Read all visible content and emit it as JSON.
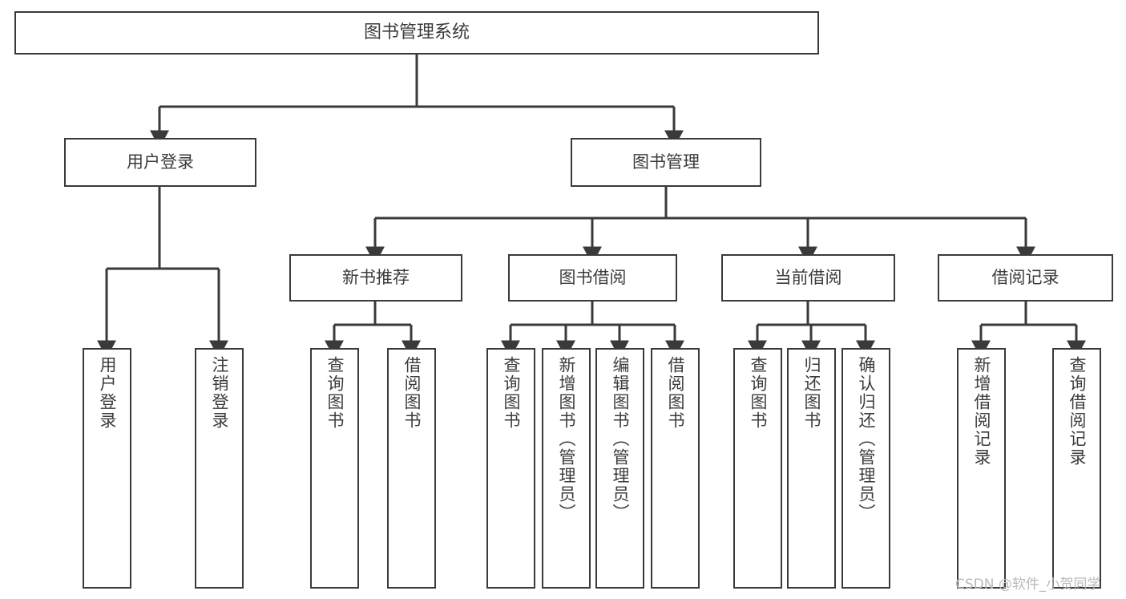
{
  "diagram": {
    "title": "图书管理系统",
    "type": "tree",
    "line_color": "#3a3a3a",
    "box_fill": "#ffffff",
    "text_color": "#3c3c3c",
    "watermark": "CSDN @软件_小贺同学",
    "nodes": {
      "root": {
        "label": "图书管理系统"
      },
      "level2": [
        {
          "id": "user-login",
          "label": "用户登录"
        },
        {
          "id": "book-manage",
          "label": "图书管理"
        }
      ],
      "level3": [
        {
          "id": "new-book-recommend",
          "label": "新书推荐"
        },
        {
          "id": "book-borrow",
          "label": "图书借阅"
        },
        {
          "id": "current-borrow",
          "label": "当前借阅"
        },
        {
          "id": "borrow-record",
          "label": "借阅记录"
        }
      ],
      "leaves": [
        {
          "id": "leaf-user-login",
          "label": "用户登录",
          "parent": "user-login"
        },
        {
          "id": "leaf-logout-login",
          "label": "注销登录",
          "parent": "user-login"
        },
        {
          "id": "leaf-query-book-1",
          "label": "查询图书",
          "parent": "new-book-recommend"
        },
        {
          "id": "leaf-borrow-book-1",
          "label": "借阅图书",
          "parent": "new-book-recommend"
        },
        {
          "id": "leaf-query-book-2",
          "label": "查询图书",
          "parent": "book-borrow"
        },
        {
          "id": "leaf-add-book",
          "label": "新增图书（管理员）",
          "parent": "book-borrow"
        },
        {
          "id": "leaf-edit-book",
          "label": "编辑图书（管理员）",
          "parent": "book-borrow"
        },
        {
          "id": "leaf-borrow-book-2",
          "label": "借阅图书",
          "parent": "book-borrow"
        },
        {
          "id": "leaf-query-book-3",
          "label": "查询图书",
          "parent": "current-borrow"
        },
        {
          "id": "leaf-return-book",
          "label": "归还图书",
          "parent": "current-borrow"
        },
        {
          "id": "leaf-confirm-return",
          "label": "确认归还（管理员）",
          "parent": "current-borrow"
        },
        {
          "id": "leaf-add-record",
          "label": "新增借阅记录",
          "parent": "borrow-record"
        },
        {
          "id": "leaf-query-record",
          "label": "查询借阅记录",
          "parent": "borrow-record"
        }
      ]
    }
  }
}
